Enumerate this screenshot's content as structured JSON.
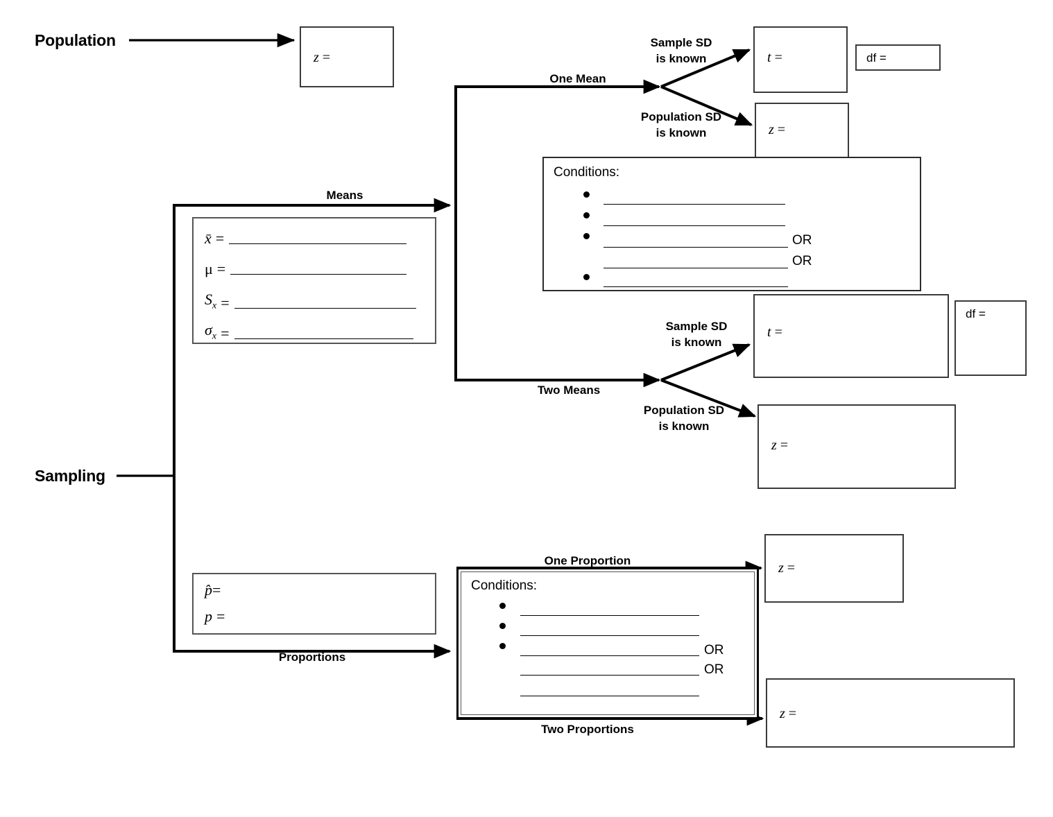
{
  "diagram": {
    "title_population": "Population",
    "title_sampling": "Sampling",
    "branch_means": "Means",
    "branch_proportions": "Proportions",
    "branch_one_mean": "One Mean",
    "branch_two_means": "Two Means",
    "branch_one_proportion": "One Proportion",
    "branch_two_proportions": "Two Proportions",
    "cond_sample_sd_line1": "Sample SD",
    "cond_sample_sd_line2": "is known",
    "cond_pop_sd_line1": "Population SD",
    "cond_pop_sd_line2": "is known",
    "or_label": "OR",
    "conditions_heading": "Conditions:"
  },
  "boxes": {
    "population_z": {
      "symbol": "z",
      "equals": "="
    },
    "one_mean_t": {
      "symbol": "t",
      "equals": "="
    },
    "one_mean_t_df": {
      "label": "df ="
    },
    "one_mean_z": {
      "symbol": "z",
      "equals": "="
    },
    "two_means_t": {
      "symbol": "t",
      "equals": "="
    },
    "two_means_t_df": {
      "label": "df ="
    },
    "two_means_z": {
      "symbol": "z",
      "equals": "="
    },
    "one_proportion_z": {
      "symbol": "z",
      "equals": "="
    },
    "two_proportions_z": {
      "symbol": "z",
      "equals": "="
    }
  },
  "means_panel": {
    "rows": [
      {
        "name": "x̄",
        "equals": "="
      },
      {
        "name": "μ",
        "equals": "="
      },
      {
        "name": "S",
        "sub": "x",
        "equals": "="
      },
      {
        "name": "σ",
        "sub": "x",
        "equals": "="
      }
    ]
  },
  "proportions_panel": {
    "rows": [
      {
        "name": "p̂",
        "equals": "="
      },
      {
        "name": "p",
        "equals": "="
      }
    ]
  },
  "means_conditions": {
    "heading": "Conditions:",
    "bullets": 4,
    "blanks": 5,
    "or_count": 2
  },
  "proportions_conditions": {
    "heading": "Conditions:",
    "bullets": 3,
    "blanks": 5,
    "or_count": 2
  },
  "colors": {
    "line": "#000000",
    "box_border": "#3a3a3a",
    "background": "#ffffff"
  }
}
